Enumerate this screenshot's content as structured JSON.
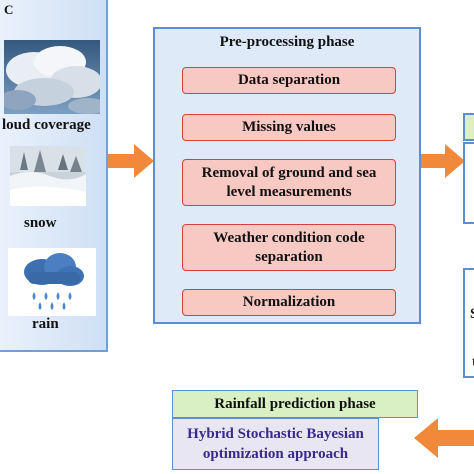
{
  "left_panel": {
    "corner_fragment": "C",
    "conditions": [
      {
        "label": "loud coverage",
        "icon": "cloud-sky-photo"
      },
      {
        "label": "snow",
        "icon": "snow-scene-photo"
      },
      {
        "label": "rain",
        "icon": "rain-cloud-icon"
      }
    ]
  },
  "preprocessing": {
    "title": "Pre-processing phase",
    "steps": [
      "Data separation",
      "Missing values",
      "Removal of ground and sea level measurements",
      "Weather condition code separation",
      "Normalization"
    ]
  },
  "right_fragments": {
    "letter_s": "S",
    "letter_t": "t"
  },
  "rainfall": {
    "title": "Rainfall prediction phase",
    "approach": "Hybrid Stochastic Bayesian optimization approach"
  },
  "colors": {
    "arrow": "#f0893a",
    "step_fill": "#f8c8c2",
    "step_border": "#d2443a",
    "panel_border": "#5b8fd0",
    "green_header": "#d9efc4"
  }
}
